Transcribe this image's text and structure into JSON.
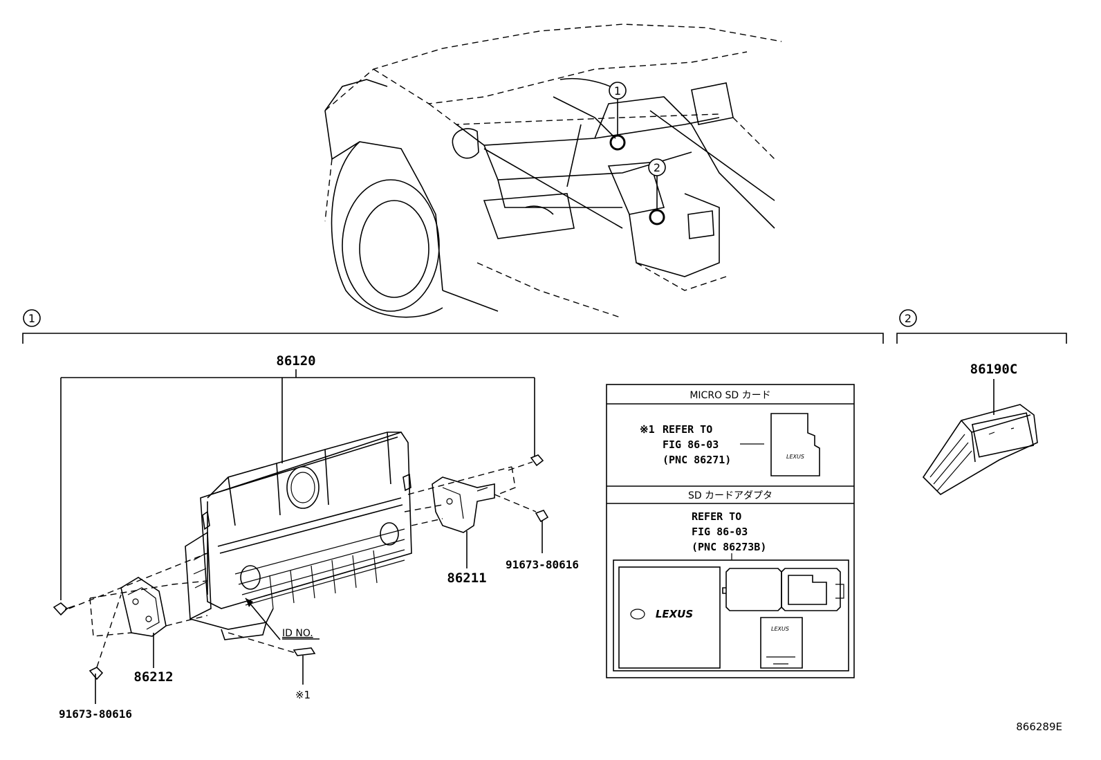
{
  "callouts": {
    "location1": "1",
    "location2": "2",
    "section1": "1",
    "section2": "2"
  },
  "parts": {
    "head_unit": "86120",
    "bracket_rh": "86211",
    "bracket_lh": "86212",
    "screw_rh": "91673-80616",
    "screw_lh": "91673-80616",
    "connector": "86190C"
  },
  "labels": {
    "id_no": "ID NO.",
    "id_ref": "※1"
  },
  "micro_sd_box": {
    "title": "MICRO SD カード",
    "ref_mark": "※1",
    "ref_line1": "REFER TO",
    "ref_line2": "FIG 86-03",
    "ref_line3": "(PNC 86271)",
    "card_logo": "LEXUS"
  },
  "sd_adapter_box": {
    "title": "SD カードアダプタ",
    "ref_line1": "REFER TO",
    "ref_line2": "FIG 86-03",
    "ref_line3": "(PNC 86273B)",
    "pkg_logo": "LEXUS",
    "card_logo": "LEXUS"
  },
  "diagram_id": "866289E"
}
